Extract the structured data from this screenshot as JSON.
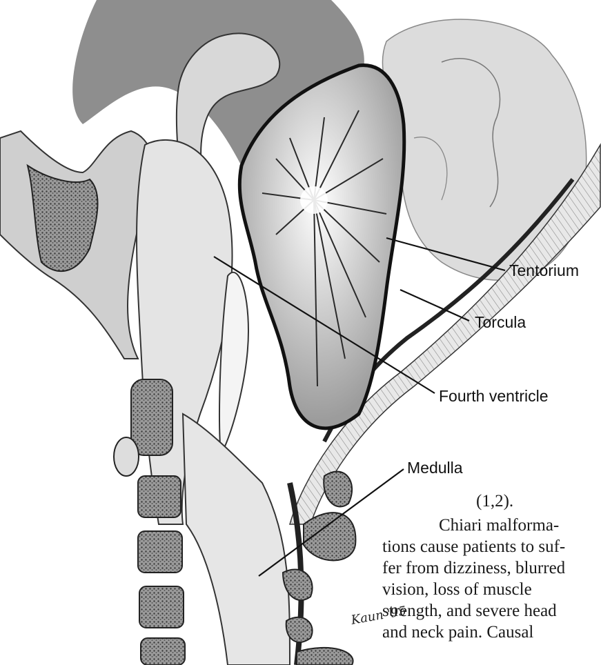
{
  "figure": {
    "labels": {
      "tentorium": "Tentorium",
      "torcula": "Torcula",
      "fourth_ventricle": "Fourth ventricle",
      "medulla": "Medulla"
    },
    "signature": "Kaun '95"
  },
  "text": {
    "citation": "(1,2).",
    "lines": [
      "Chiari malforma-",
      "tions cause patients to suf-",
      "fer from dizziness, blurred",
      "vision, loss of muscle",
      "strength, and severe head",
      "and neck pain.  Causal"
    ]
  }
}
